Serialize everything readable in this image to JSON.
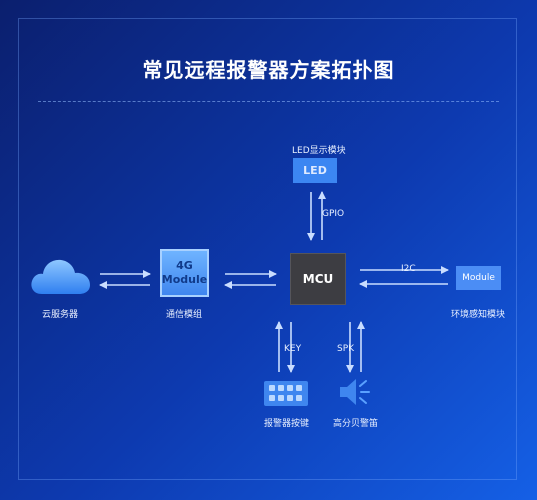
{
  "title": "常见远程报警器方案拓扑图",
  "nodes": {
    "cloud": {
      "label": "云服务器",
      "icon": "cloud-icon"
    },
    "module4g": {
      "line1": "4G",
      "line2": "Module",
      "label": "通信模组"
    },
    "mcu": {
      "text": "MCU"
    },
    "led": {
      "text": "LED",
      "label": "LED显示模块"
    },
    "env": {
      "text": "Module",
      "label": "环境感知模块"
    },
    "keypad": {
      "label": "报警器按键",
      "icon": "keypad-icon"
    },
    "speaker": {
      "label": "高分贝警笛",
      "icon": "speaker-icon"
    }
  },
  "links": {
    "gpio": "GPIO",
    "i2c": "I2C",
    "key": "KEY",
    "spk": "SPK"
  },
  "colors": {
    "arrow": "#c9ddff",
    "accent": "#3c86f2",
    "mcu": "#3d3d42"
  }
}
